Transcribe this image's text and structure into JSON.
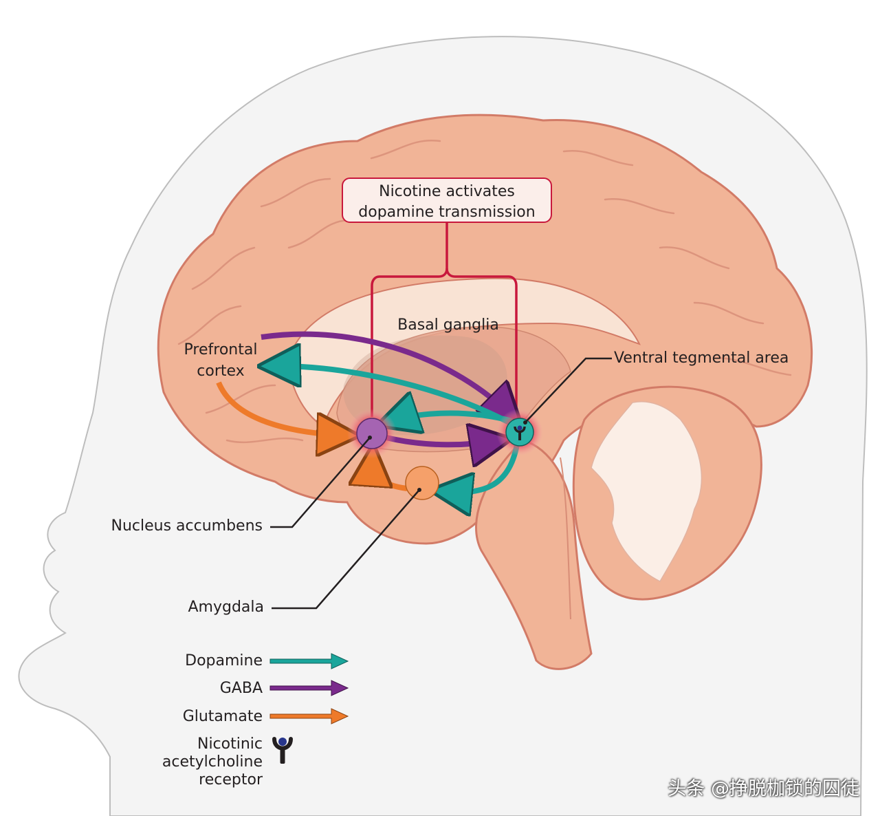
{
  "labels": {
    "callout_line1": "Nicotine activates",
    "callout_line2": "dopamine transmission",
    "basal_ganglia": "Basal ganglia",
    "prefrontal_line1": "Prefrontal",
    "prefrontal_line2": "cortex",
    "vta": "Ventral tegmental area",
    "nucleus_accumbens": "Nucleus accumbens",
    "amygdala": "Amygdala"
  },
  "legend": {
    "items": [
      {
        "label": "Dopamine",
        "color": "#1aa59b"
      },
      {
        "label": "GABA",
        "color": "#7a2a8c"
      },
      {
        "label": "Glutamate",
        "color": "#ee7a2a"
      }
    ],
    "receptor_line1": "Nicotinic",
    "receptor_line2": "acetylcholine",
    "receptor_line3": "receptor"
  },
  "watermark": "头条 @挣脱枷锁的囚徒",
  "colors": {
    "dopamine": "#1aa59b",
    "gaba": "#7a2a8c",
    "glutamate": "#ee7a2a",
    "highlight": "#c8183c",
    "brain": "#f1b497",
    "head_bg": "#f4f4f4"
  }
}
